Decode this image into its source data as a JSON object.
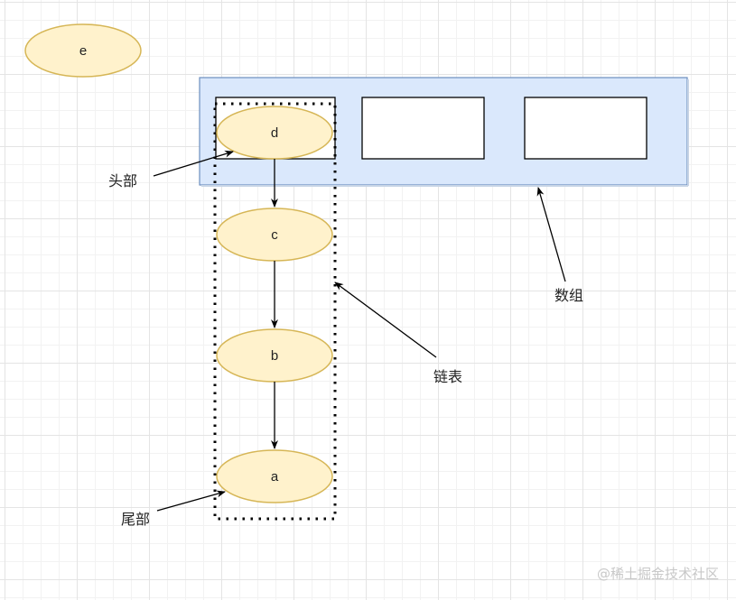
{
  "colors": {
    "node_fill": "#fff2cc",
    "node_stroke": "#d6b656",
    "array_fill": "#dae8fc",
    "array_stroke": "#6c8ebf",
    "cell_fill": "#ffffff",
    "line": "#000000"
  },
  "nodes": {
    "e": "e",
    "d": "d",
    "c": "c",
    "b": "b",
    "a": "a"
  },
  "labels": {
    "head": "头部",
    "tail": "尾部",
    "linked_list": "链表",
    "array": "数组"
  },
  "watermark": "@稀土掘金技术社区"
}
